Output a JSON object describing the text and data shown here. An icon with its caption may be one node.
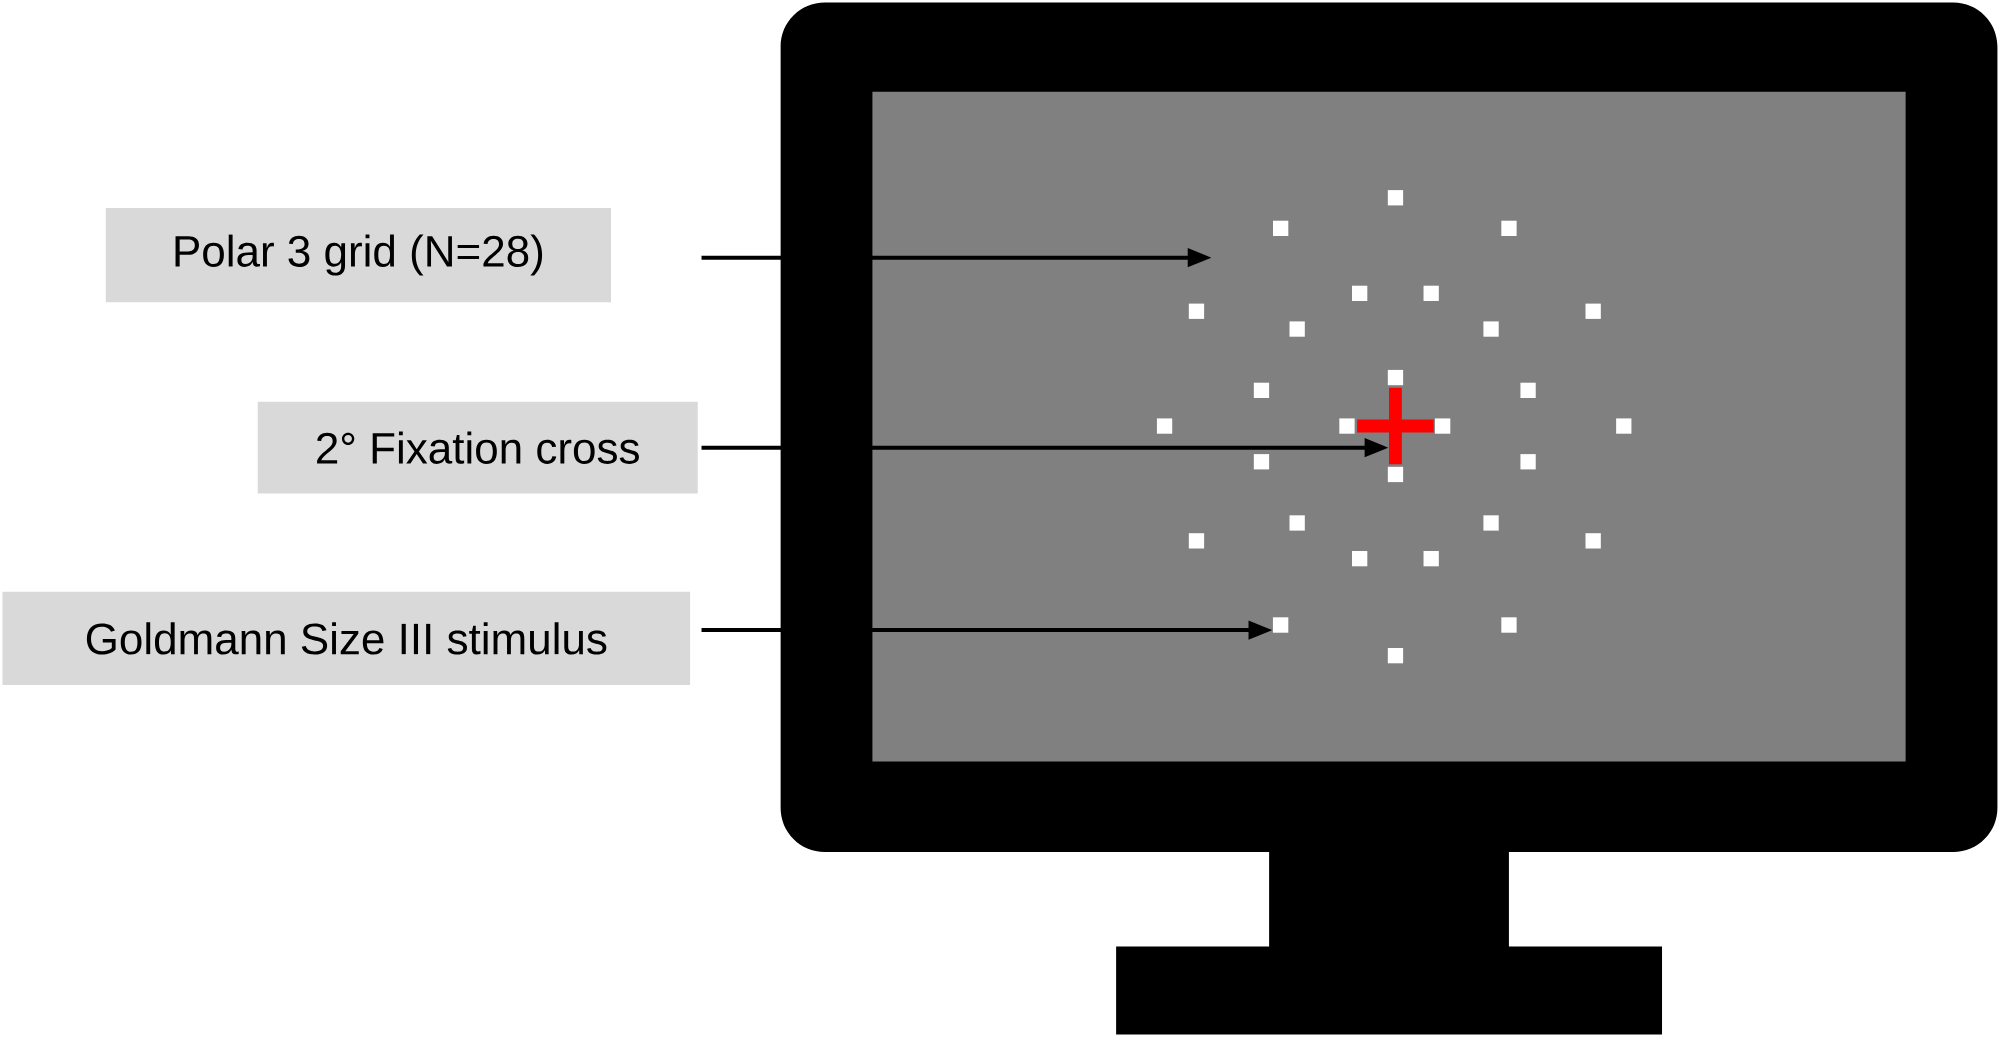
{
  "diagram": {
    "nodes": [
      {
        "text": [
          "Polar 3 grid (N=28)"
        ]
      },
      {
        "text": [
          "2° Fixation cross"
        ]
      },
      {
        "text": [
          "Goldmann Size III stimulus"
        ]
      },
      {
        "text": [],
        "shape": "cross"
      },
      {
        "text": [],
        "shape": "box"
      }
    ],
    "edges": [
      {
        "from": 0,
        "to": null,
        "arrow": "to"
      },
      {
        "from": 1,
        "to": 3,
        "arrow": "to"
      },
      {
        "from": 2,
        "to": 4,
        "arrow": "to"
      }
    ]
  }
}
